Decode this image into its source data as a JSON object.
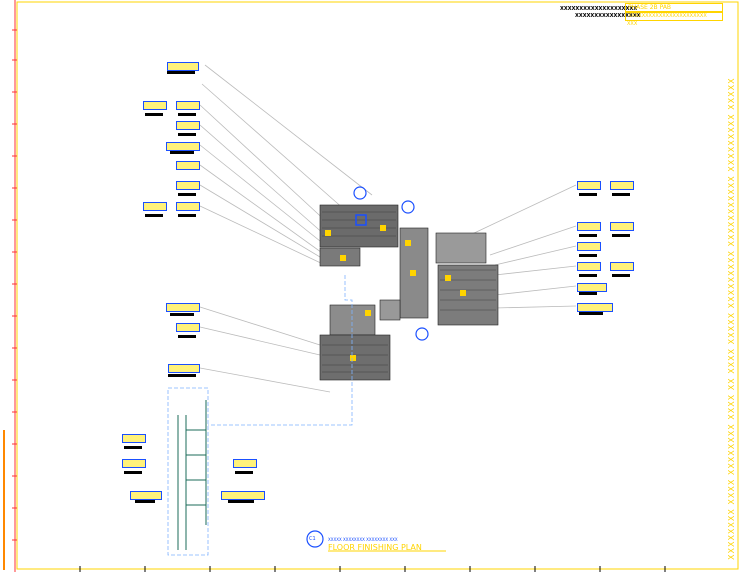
{
  "title_block": {
    "company_lines": [
      "XXXXXXXXXXXXXXXXXXXX",
      "XXXXXXXXXXXXXXXXX"
    ],
    "project_line1": "PHASE 2B PAB",
    "project_line2": "XXXXXXXXXXXXXXXXXXXXXXX",
    "project_line3": "XXX"
  },
  "side_strip_text": "XXXXXXXX XXXX XXXXXXXX XXXX XX XXXX XXXXX XXXXXXXXX XXXXXXXXXXX XXXXXXXXX XXXXX",
  "drawing_title": {
    "main": "FLOOR FINISHING PLAN",
    "sub": "XXXXX XXXXXXXX XXXXXXXX XXX"
  },
  "callout_number": "C1"
}
